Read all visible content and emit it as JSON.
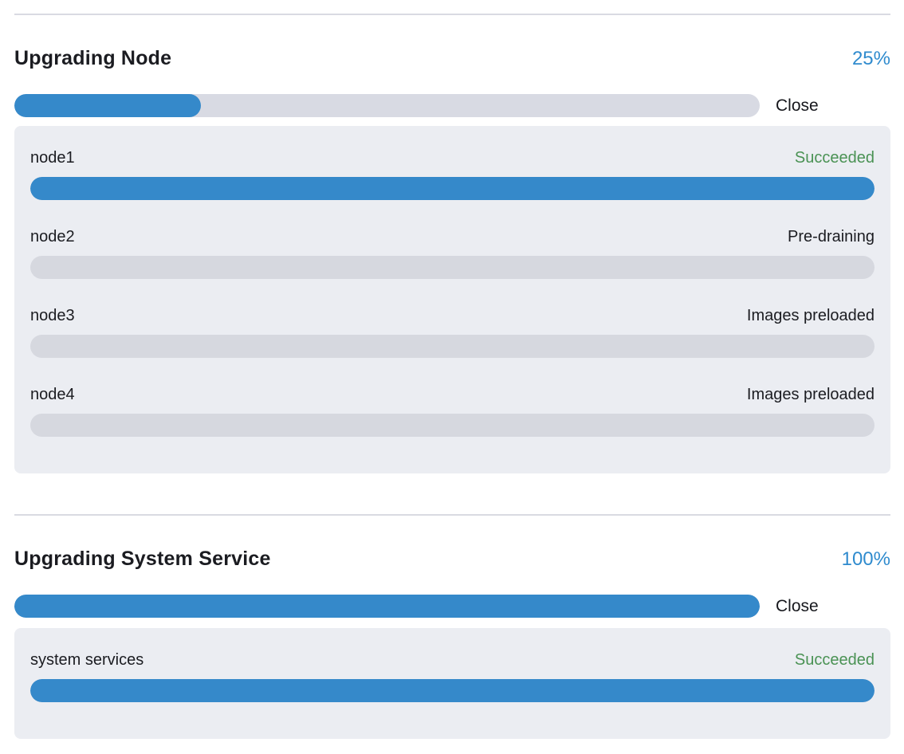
{
  "colors": {
    "progress_blue": "#3589ca",
    "percent_text_blue": "#2f8bce",
    "success_green": "#4a9254",
    "track_gray": "#d8dae3",
    "inner_track_gray": "#d6d8df",
    "panel_background": "#ebedf2",
    "divider_gray": "#d9dae2",
    "text_dark": "#1b1c21"
  },
  "sections": [
    {
      "title": "Upgrading Node",
      "percent": 25,
      "percent_label": "25%",
      "close_label": "Close",
      "items": [
        {
          "name": "node1",
          "status": "Succeeded",
          "status_type": "success",
          "progress": 100
        },
        {
          "name": "node2",
          "status": "Pre-draining",
          "status_type": "normal",
          "progress": 0
        },
        {
          "name": "node3",
          "status": "Images preloaded",
          "status_type": "normal",
          "progress": 0
        },
        {
          "name": "node4",
          "status": "Images preloaded",
          "status_type": "normal",
          "progress": 0
        }
      ]
    },
    {
      "title": "Upgrading System Service",
      "percent": 100,
      "percent_label": "100%",
      "close_label": "Close",
      "items": [
        {
          "name": "system services",
          "status": "Succeeded",
          "status_type": "success",
          "progress": 100
        }
      ]
    }
  ]
}
